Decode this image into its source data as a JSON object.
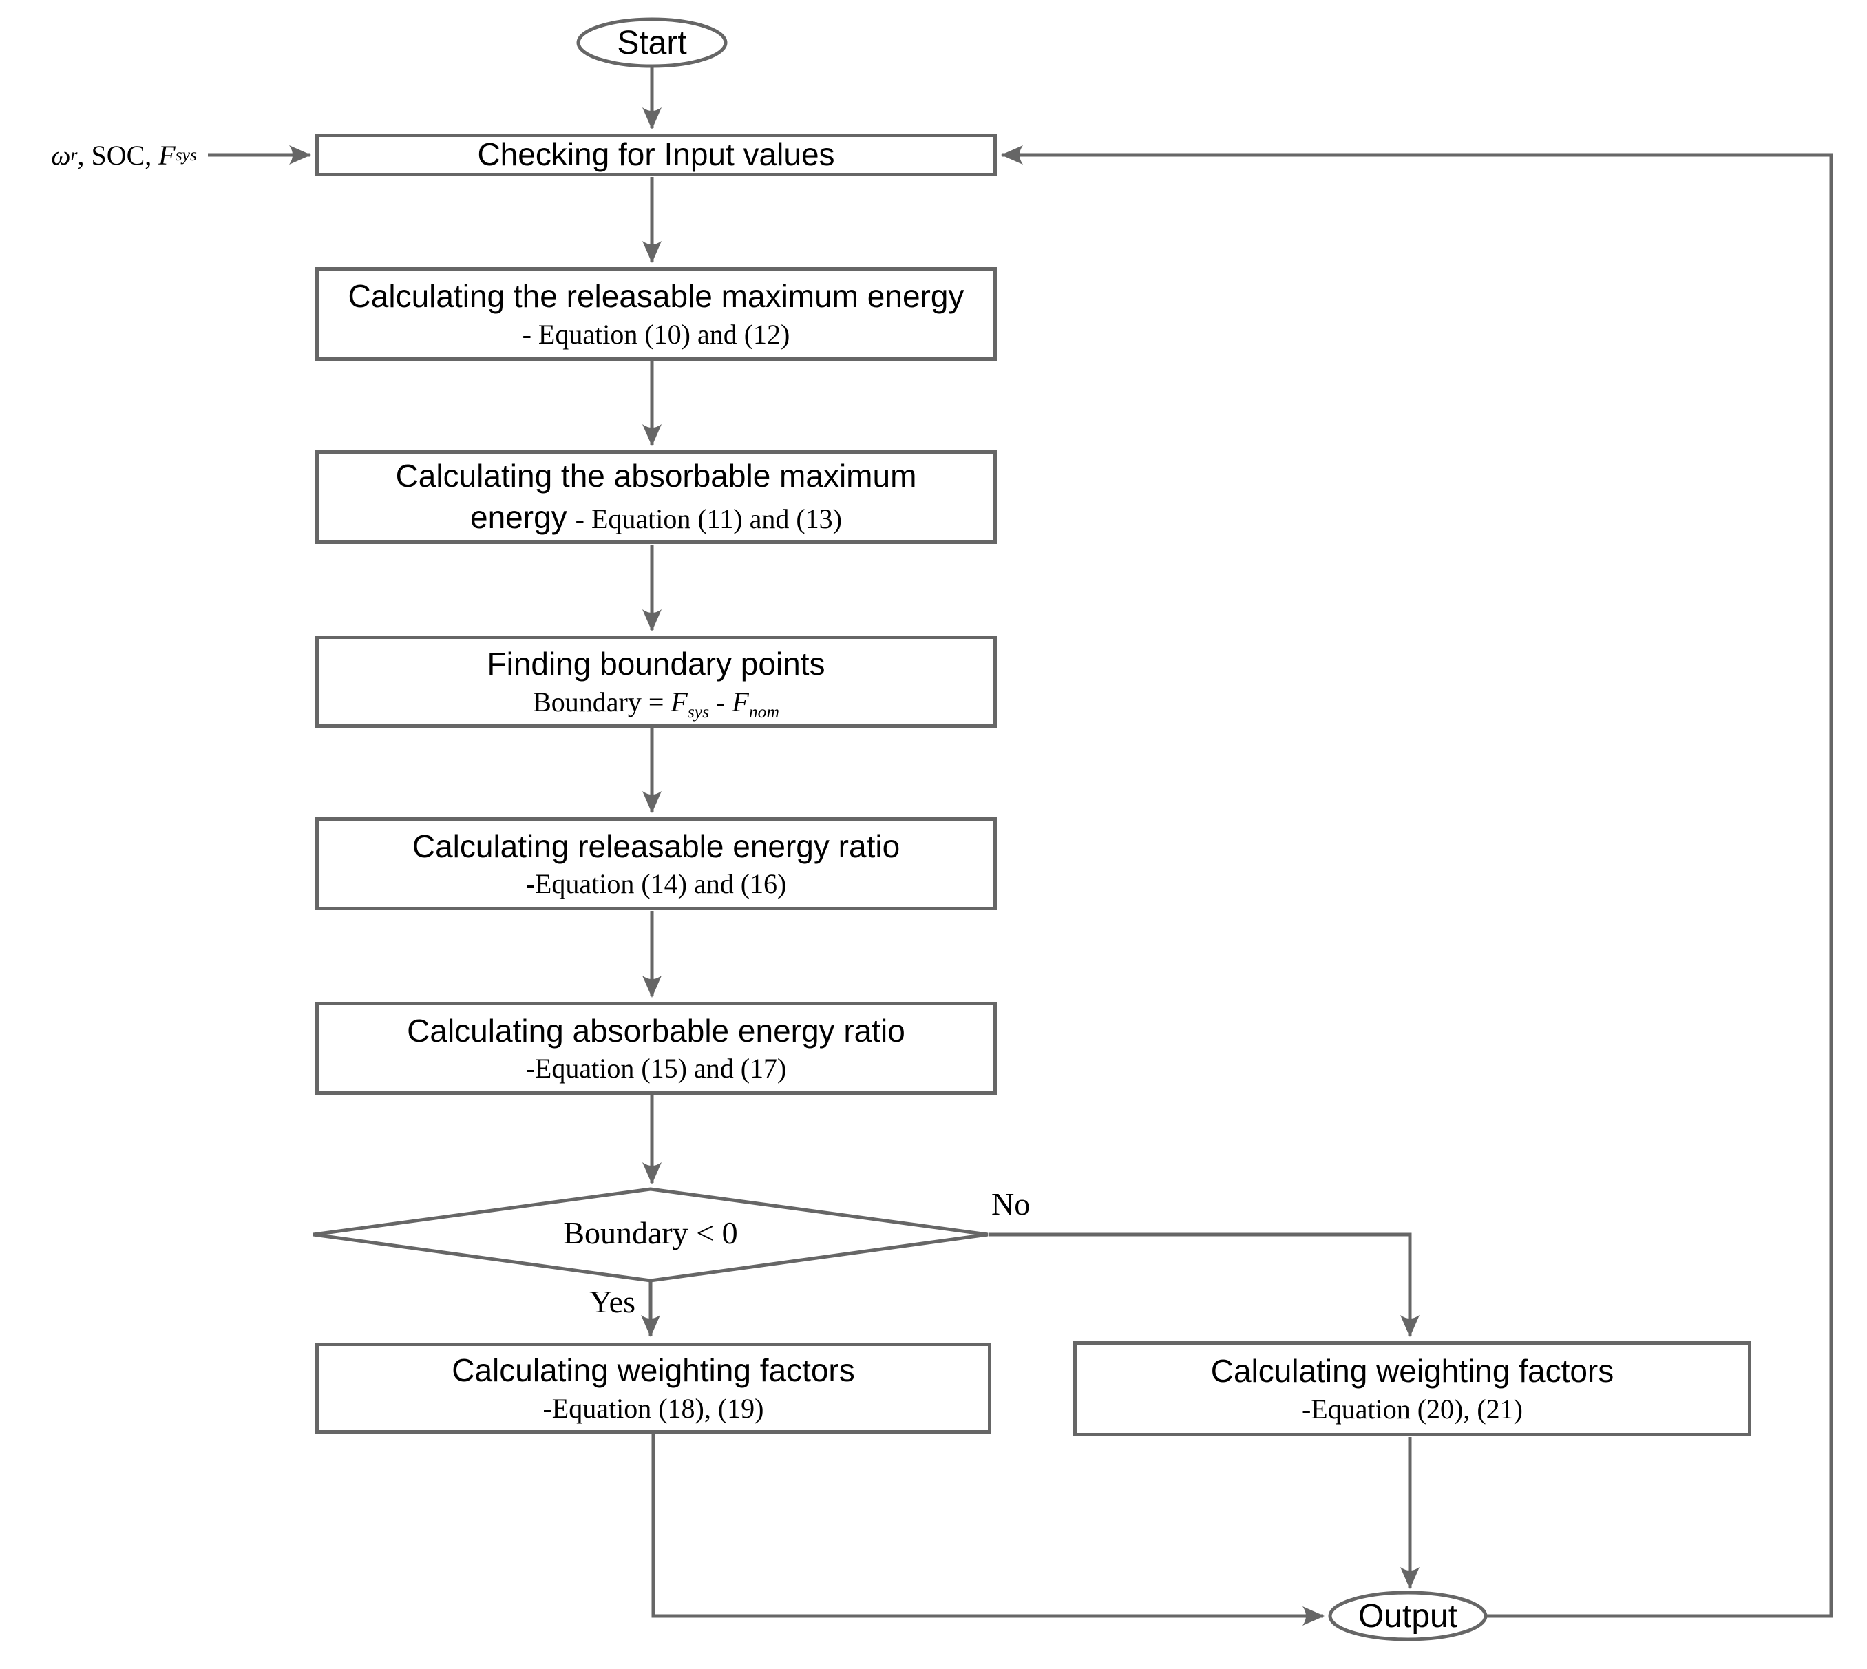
{
  "colors": {
    "line": "#666666",
    "text": "#000000",
    "background": "#ffffff"
  },
  "flow": {
    "start": {
      "label": "Start"
    },
    "input": {
      "omega": "ω",
      "omega_sub": "r",
      "soc": ", SOC, ",
      "f": "F",
      "f_sub": "sys"
    },
    "check": {
      "title": "Checking for Input values"
    },
    "releasable_max": {
      "title": "Calculating the releasable maximum energy",
      "subtitle": "- Equation (10) and (12)"
    },
    "absorbable_max": {
      "title_line1": "Calculating the absorbable maximum",
      "title_line2": "energy",
      "subtitle": "- Equation (11) and (13)"
    },
    "boundary": {
      "title": "Finding boundary points",
      "formula_prefix": "Boundary = ",
      "f1": "F",
      "f1_sub": "sys",
      "operator": " - ",
      "f2": "F",
      "f2_sub": "nom"
    },
    "releasable_ratio": {
      "title": "Calculating releasable energy ratio",
      "subtitle": "-Equation (14) and (16)"
    },
    "absorbable_ratio": {
      "title": "Calculating absorbable energy ratio",
      "subtitle": "-Equation (15) and (17)"
    },
    "decision": {
      "label": "Boundary < 0",
      "yes_label": "Yes",
      "no_label": "No"
    },
    "weighting_yes": {
      "title": "Calculating weighting factors",
      "subtitle": "-Equation (18), (19)"
    },
    "weighting_no": {
      "title": "Calculating weighting factors",
      "subtitle": "-Equation (20), (21)"
    },
    "output": {
      "label": "Output"
    }
  }
}
